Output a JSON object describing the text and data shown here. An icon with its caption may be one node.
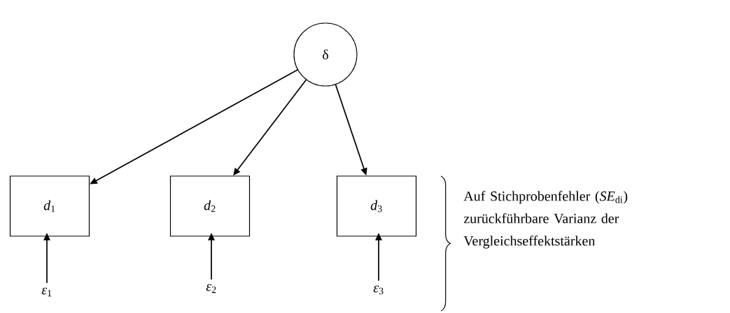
{
  "diagram": {
    "nodes": [
      {
        "text": [
          "δ"
        ]
      },
      {
        "text": [
          "*d*$_{1}$"
        ]
      },
      {
        "text": [
          "*d*$_{2}$"
        ]
      },
      {
        "text": [
          "*d*$_{3}$"
        ]
      },
      {
        "text": [
          "*ε*$_{1}$"
        ]
      },
      {
        "text": [
          "*ε*$_{2}$"
        ]
      },
      {
        "text": [
          "*ε*$_{3}$"
        ]
      }
    ],
    "edges": [
      {
        "from": 0,
        "to": 1,
        "arrow": "to"
      },
      {
        "from": 0,
        "to": 2,
        "arrow": "to"
      },
      {
        "from": 0,
        "to": 3,
        "arrow": "to"
      },
      {
        "from": 4,
        "to": 1,
        "arrow": "to"
      },
      {
        "from": 5,
        "to": 2,
        "arrow": "to"
      },
      {
        "from": 6,
        "to": 3,
        "arrow": "to"
      }
    ],
    "labels": [
      "Auf Stichprobenfehler (*SE*$_{di}$) zurückführbare Varianz der Vergleichseffektstärken"
    ]
  }
}
